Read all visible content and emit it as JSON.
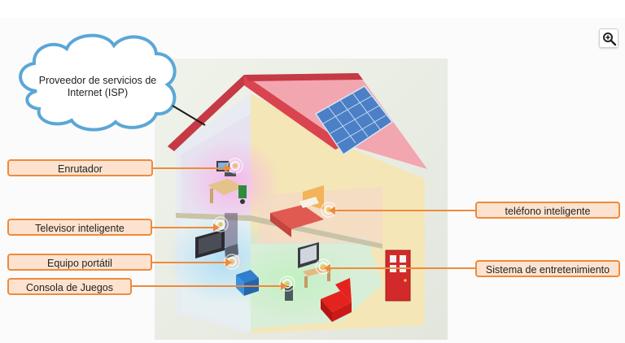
{
  "cloud": {
    "line1": "Proveedor de servicios de",
    "line2": "Internet (ISP)"
  },
  "labels": {
    "router": "Enrutador",
    "smart_tv": "Televisor inteligente",
    "laptop": "Equipo portátil",
    "game_console": "Consola de Juegos",
    "smartphone": "teléfono inteligente",
    "entertainment_system": "Sistema de entretenimiento"
  },
  "colors": {
    "callout_border": "#f08a3a",
    "callout_fill": "#fde3cf",
    "cloud_border": "#5aa7d6",
    "roof": "#d9444f",
    "wall": "#f4e6b6"
  },
  "toolbar": {
    "zoom_icon": "zoom-in-icon"
  }
}
